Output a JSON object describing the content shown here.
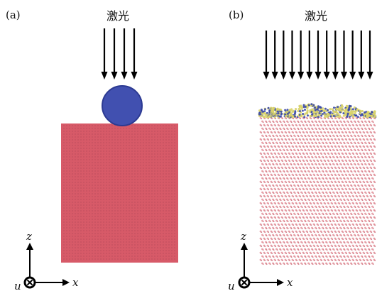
{
  "panels": [
    {
      "id": "a",
      "label": "(a)",
      "laser_label": "激光",
      "laser_arrow_count": 4,
      "axes": {
        "up": "z",
        "right": "x",
        "out_of_plane": "u"
      }
    },
    {
      "id": "b",
      "label": "(b)",
      "laser_label": "激光",
      "laser_arrow_count": 13,
      "axes": {
        "up": "z",
        "right": "x",
        "out_of_plane": "u"
      }
    }
  ],
  "colors": {
    "substrate": "#d75a68",
    "substrate_dot": "#c0505e",
    "substrate_dot_light": "#e9a3aa",
    "particle": "#4150b0",
    "particle_dark": "#2c3a92",
    "debris_yellow": "#d8d36a",
    "debris_blue": "#3a49a8",
    "arrow": "#000000"
  }
}
